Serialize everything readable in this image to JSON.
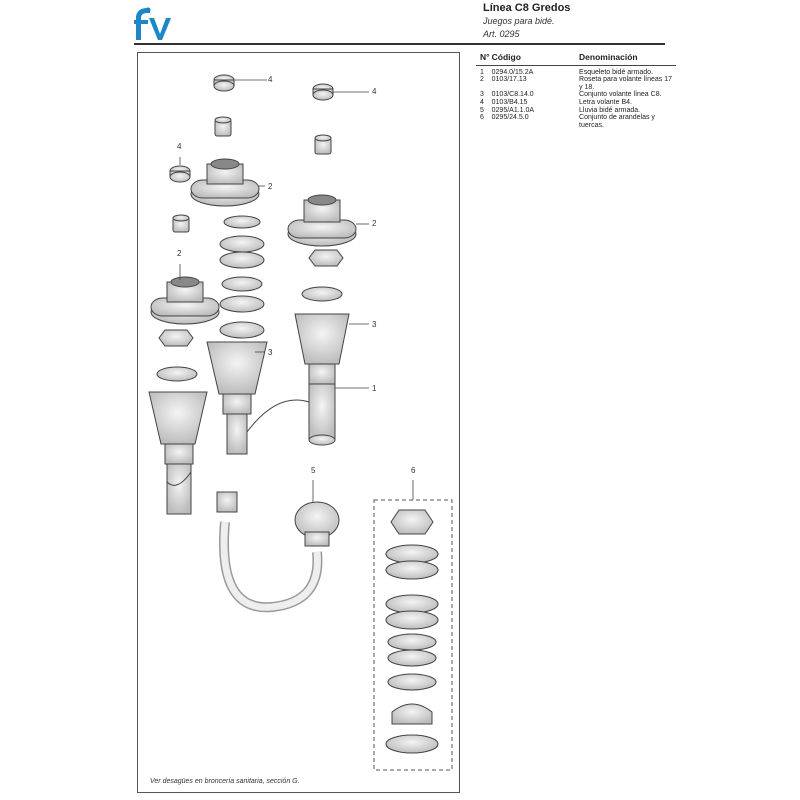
{
  "header": {
    "logo_text": "fv",
    "title": "Línea C8 Gredos",
    "subtitle": "Juegos para bidé.",
    "article": "Art. 0295"
  },
  "parts_table": {
    "headers": {
      "num": "N°",
      "code": "Código",
      "name": "Denominación"
    },
    "rows": [
      {
        "num": "1",
        "code": "0294.0/15.2A",
        "name": "Esqueleto bidé armado."
      },
      {
        "num": "2",
        "code": "0103/17.13",
        "name": "Roseta para volante líneas 17 y 18."
      },
      {
        "num": "3",
        "code": "0103/C8.14.0",
        "name": "Conjunto volante línea C8."
      },
      {
        "num": "4",
        "code": "0103/B4.15",
        "name": "Letra volante B4."
      },
      {
        "num": "5",
        "code": "0295/A1.1.0A",
        "name": "Lluvia bidé armada."
      },
      {
        "num": "6",
        "code": "0295/24.5.0",
        "name": "Conjunto de arandelas y tuercas."
      }
    ]
  },
  "callouts": [
    "4",
    "4",
    "4",
    "2",
    "2",
    "2",
    "3",
    "3",
    "1",
    "5",
    "6"
  ],
  "footnote": "Ver desagües en broncería sanitaria, sección G.",
  "colors": {
    "brand": "#1b86c8",
    "line": "#444444"
  }
}
